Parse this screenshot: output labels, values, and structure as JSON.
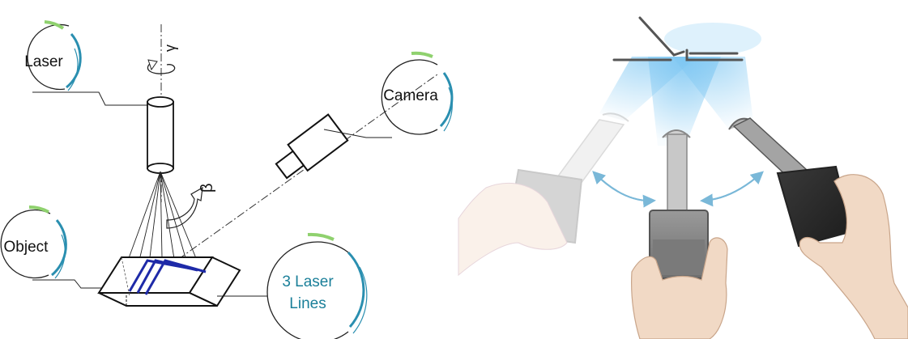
{
  "labels": {
    "laser": "Laser",
    "camera": "Camera",
    "object": "Object",
    "lines_line1": "3 Laser",
    "lines_line2": "Lines",
    "gamma": "γ",
    "beta": "β"
  },
  "colors": {
    "arc_green": "#8fd16e",
    "arc_teal": "#2a8fb0",
    "laser_line_blue": "#1e2aa8",
    "light_blue": "#7cc6f2",
    "arrow_blue": "#7ab8d8",
    "skin": "#f1d9c5",
    "text_teal": "#1a7f99"
  }
}
